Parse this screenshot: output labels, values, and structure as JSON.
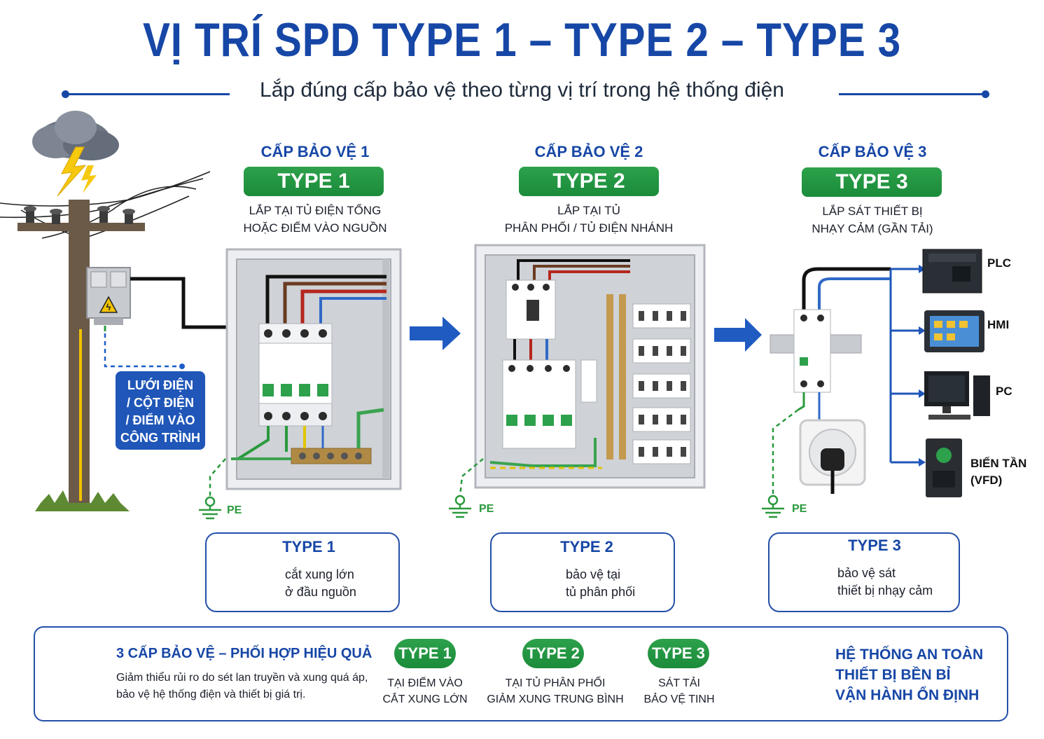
{
  "header": {
    "title": "VỊ TRÍ SPD TYPE 1 – TYPE 2 – TYPE 3",
    "subtitle": "Lắp đúng cấp bảo vệ theo từng vị trí trong hệ thống điện"
  },
  "grid_label": [
    "LƯỚI ĐIỆN",
    "/ CỘT ĐIỆN",
    "/ ĐIỂM VÀO",
    "CÔNG TRÌNH"
  ],
  "stages": [
    {
      "level": "CẤP BẢO VỆ 1",
      "type": "TYPE 1",
      "desc": [
        "LẮP TẠI TỦ ĐIỆN TỔNG",
        "HOẶC ĐIỂM VÀO NGUỒN"
      ],
      "pe": "PE",
      "card_title": "TYPE 1",
      "card_text": [
        "cắt xung lớn",
        "ở đầu nguồn"
      ],
      "card_icon": "lightning-icon"
    },
    {
      "level": "CẤP BẢO VỆ 2",
      "type": "TYPE 2",
      "desc": [
        "LẮP TẠI TỦ",
        "PHÂN PHỐI / TỦ ĐIỆN NHÁNH"
      ],
      "pe": "PE",
      "card_title": "TYPE 2",
      "card_text": [
        "bảo vệ tại",
        "tủ phân phối"
      ],
      "card_icon": "shield-check-icon"
    },
    {
      "level": "CẤP BẢO VỆ 3",
      "type": "TYPE 3",
      "desc": [
        "LẮP SÁT THIẾT BỊ",
        "NHẠY CẢM (GẦN TẢI)"
      ],
      "pe": "PE",
      "card_title": "TYPE 3",
      "card_text": [
        "bảo vệ sát",
        "thiết bị nhạy cảm"
      ],
      "card_icon": "monitor-wave-icon"
    }
  ],
  "devices": [
    {
      "label": [
        "PLC"
      ],
      "icon": "plc-icon"
    },
    {
      "label": [
        "HMI"
      ],
      "icon": "hmi-icon"
    },
    {
      "label": [
        "PC"
      ],
      "icon": "pc-icon"
    },
    {
      "label": [
        "BIẾN TẦN",
        "(VFD)"
      ],
      "icon": "vfd-icon"
    }
  ],
  "bottom": {
    "heading": "3 CẤP BẢO VỆ – PHỐI HỢP HIỆU QUẢ",
    "text": [
      "Giảm thiểu rủi ro do sét lan truyền và xung quá áp,",
      "bảo vệ hệ thống điện và thiết bị giá trị."
    ],
    "flow": [
      {
        "type": "TYPE 1",
        "caption": [
          "TẠI ĐIỂM VÀO",
          "CẮT XUNG LỚN"
        ]
      },
      {
        "type": "TYPE 2",
        "caption": [
          "TẠI TỦ PHÂN PHỐI",
          "GIẢM XUNG TRUNG BÌNH"
        ]
      },
      {
        "type": "TYPE 3",
        "caption": [
          "SÁT TẢI",
          "BẢO VỆ TINH"
        ]
      }
    ],
    "safe": [
      "HỆ THỐNG AN TOÀN",
      "THIẾT BỊ BỀN BỈ",
      "VẬN HÀNH ỔN ĐỊNH"
    ]
  },
  "colors": {
    "primary": "#1747a6",
    "green": "#1b8b3a",
    "earth": "#2a9a3d"
  }
}
